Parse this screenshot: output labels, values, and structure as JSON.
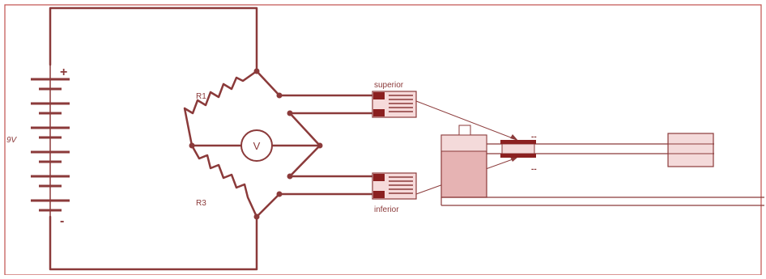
{
  "battery": {
    "label": "9V",
    "plus": "+",
    "minus": "-"
  },
  "resistors": {
    "r1": "R1",
    "r3": "R3"
  },
  "voltmeter": {
    "label": "V"
  },
  "gauges": {
    "top": "superior",
    "bottom": "inferior"
  },
  "beam": {
    "tension_mark": "--",
    "compression_mark": "--"
  },
  "colors": {
    "line": "#8b3a3a",
    "fill_light": "#f0d0d0",
    "fill_mid": "#e0a8a8",
    "border": "#c0504d"
  }
}
